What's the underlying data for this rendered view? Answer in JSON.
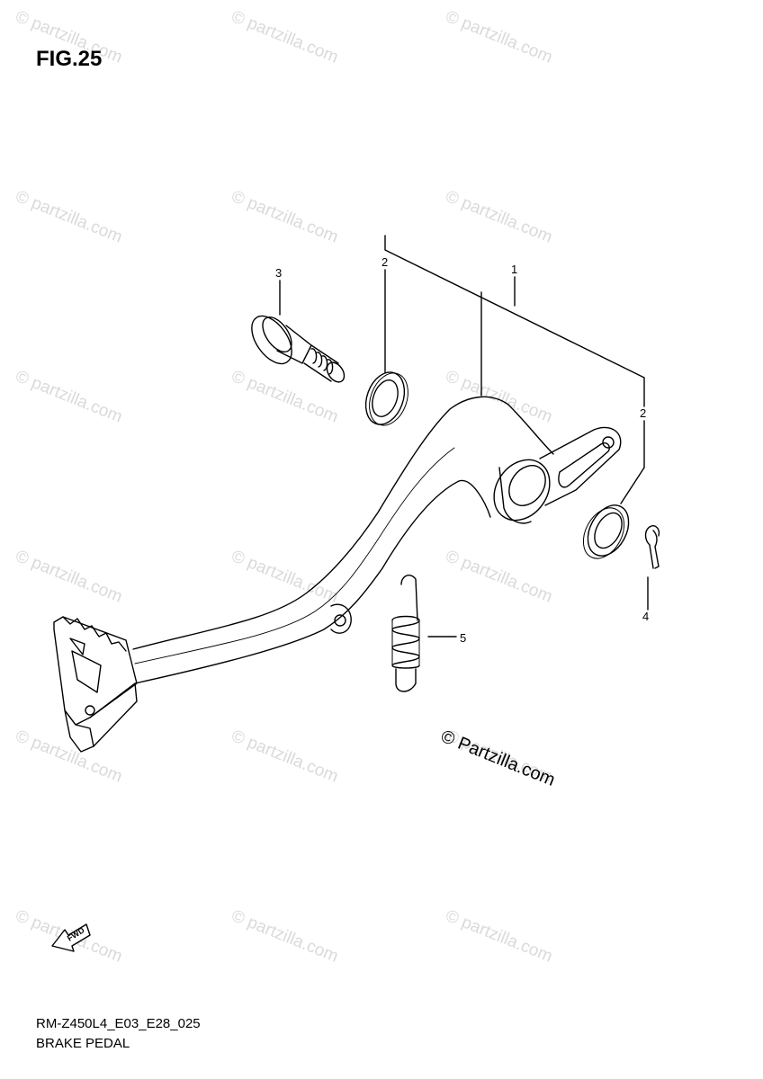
{
  "figure": {
    "title": "FIG.25",
    "code": "RM-Z450L4_E03_E28_025",
    "caption": "BRAKE PEDAL"
  },
  "callouts": [
    "1",
    "2",
    "2",
    "3",
    "4",
    "5"
  ],
  "watermark": {
    "text": "© partzilla.com",
    "center_text": "© Partzilla.com"
  },
  "fwd_label": "FWD",
  "colors": {
    "line": "#000000",
    "watermark": "#dadada"
  }
}
